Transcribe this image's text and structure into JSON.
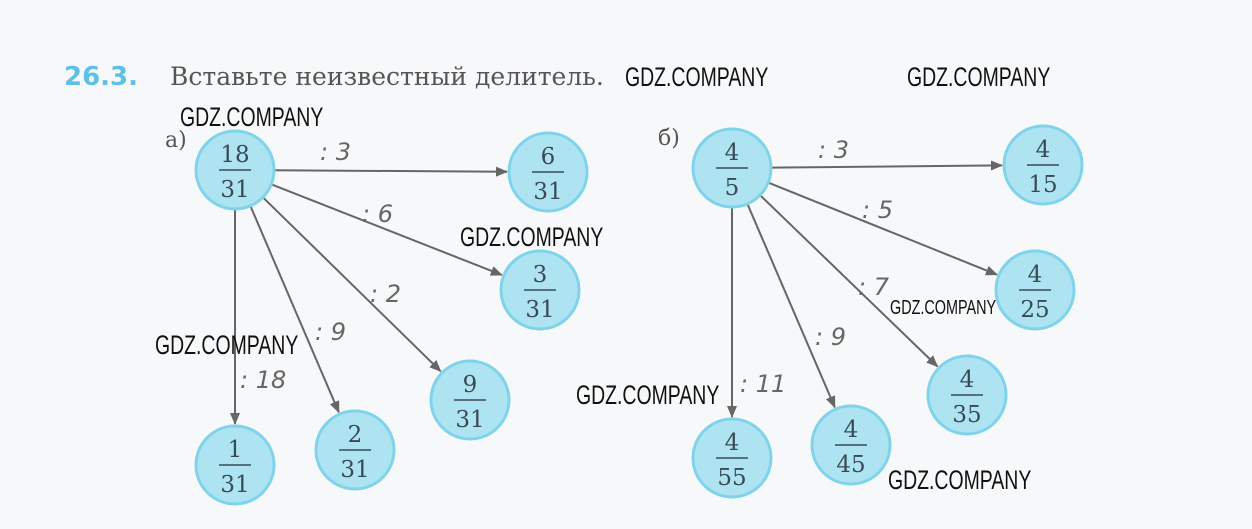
{
  "title": {
    "number": "26.3.",
    "text": "Вставьте неизвестный делитель."
  },
  "watermark": "GDZ.COMPANY",
  "parts": [
    {
      "label": "а)",
      "source": {
        "num": "18",
        "den": "31"
      },
      "branches": [
        {
          "divisor": ": 3",
          "result": {
            "num": "6",
            "den": "31"
          }
        },
        {
          "divisor": ": 6",
          "result": {
            "num": "3",
            "den": "31"
          }
        },
        {
          "divisor": ": 2",
          "result": {
            "num": "9",
            "den": "31"
          }
        },
        {
          "divisor": ": 9",
          "result": {
            "num": "2",
            "den": "31"
          }
        },
        {
          "divisor": ": 18",
          "result": {
            "num": "1",
            "den": "31"
          }
        }
      ]
    },
    {
      "label": "б)",
      "source": {
        "num": "4",
        "den": "5"
      },
      "branches": [
        {
          "divisor": ": 3",
          "result": {
            "num": "4",
            "den": "15"
          }
        },
        {
          "divisor": ": 5",
          "result": {
            "num": "4",
            "den": "25"
          }
        },
        {
          "divisor": ": 7",
          "result": {
            "num": "4",
            "den": "35"
          }
        },
        {
          "divisor": ": 9",
          "result": {
            "num": "4",
            "den": "45"
          }
        },
        {
          "divisor": ": 11",
          "result": {
            "num": "4",
            "den": "55"
          }
        }
      ]
    }
  ],
  "colors": {
    "circle_fill": "#aee3f2",
    "circle_stroke": "#7fd3ea",
    "arrow": "#666666",
    "accent": "#5fc0e6"
  }
}
